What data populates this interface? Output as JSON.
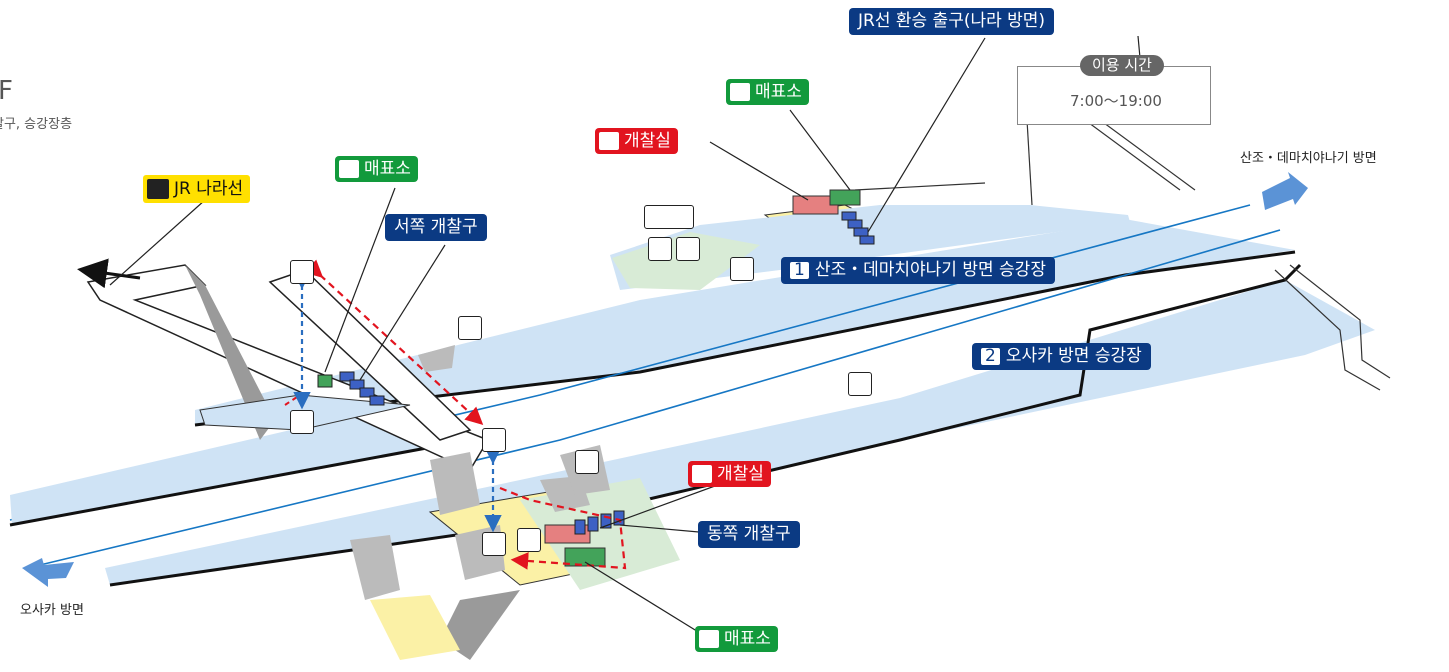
{
  "floor": {
    "level": "F",
    "description": "찰구, 승강장층"
  },
  "lines": {
    "jr_nara": "JR 나라선"
  },
  "ticket_offices": [
    {
      "label": "매표소",
      "location": "west"
    },
    {
      "label": "매표소",
      "location": "north"
    },
    {
      "label": "매표소",
      "location": "south"
    }
  ],
  "staff_rooms": [
    {
      "label": "개찰실",
      "location": "north"
    },
    {
      "label": "개찰실",
      "location": "south"
    }
  ],
  "gates": {
    "west": "서쪽 개찰구",
    "east": "동쪽 개찰구"
  },
  "transfer_exit": {
    "label": "JR선 환승 출구(나라 방면)",
    "hours_label": "이용 시간",
    "hours": "7:00〜19:00"
  },
  "platforms": [
    {
      "number": "1",
      "label": "산조・데마치야나기 방면 승강장"
    },
    {
      "number": "2",
      "label": "오사카 방면 승강장"
    }
  ],
  "directions": {
    "east": "산조・데마치야나기 방면",
    "west": "오사카 방면"
  },
  "icons": [
    "train-icon",
    "ticket-machine-icon",
    "staff-icon",
    "elevator-icon",
    "phone-icon",
    "locker-icon",
    "restroom-icon",
    "wheelchair-icon",
    "baby-icon"
  ],
  "colors": {
    "platform": "#cfe3f5",
    "concourse": "#fbf1a6",
    "track_line": "#1677c4",
    "path_arrow": "#e2141f",
    "elevator_link": "#2a6ec0"
  }
}
